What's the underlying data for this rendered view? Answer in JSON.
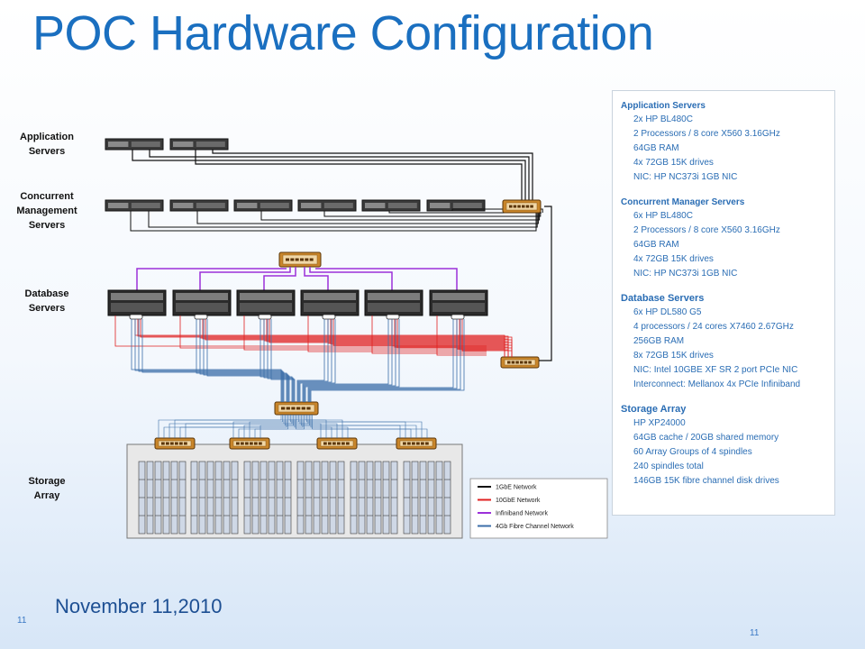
{
  "title": "POC Hardware Configuration",
  "date": "November 11,2010",
  "page_number_left": "11",
  "page_number_right": "11",
  "labels": {
    "app_servers": [
      "Application",
      "Servers"
    ],
    "cm_servers": [
      "Concurrent",
      "Management",
      "Servers"
    ],
    "db_servers": [
      "Database",
      "Servers"
    ],
    "storage": [
      "Storage",
      "Array"
    ]
  },
  "legend": [
    {
      "label": "1GbE Network",
      "color": "#111111"
    },
    {
      "label": "10GbE Network",
      "color": "#e02020"
    },
    {
      "label": "Infiniband  Network",
      "color": "#9b30d9"
    },
    {
      "label": "4Gb Fibre Channel  Network",
      "color": "#3b6ea8"
    }
  ],
  "specs": [
    {
      "heading": "Application Servers",
      "big": false,
      "lines": [
        "2x HP BL480C",
        "2 Processors  / 8 core X560 3.16GHz",
        "64GB RAM",
        "4x 72GB 15K drives",
        "NIC: HP NC373i 1GB NIC"
      ]
    },
    {
      "heading": "Concurrent Manager Servers",
      "big": false,
      "lines": [
        "6x HP BL480C",
        "2 Processors  / 8 core X560 3.16GHz",
        "64GB RAM",
        "4x 72GB 15K drives",
        "NIC: HP NC373i 1GB NIC"
      ]
    },
    {
      "heading": "Database  Servers",
      "big": true,
      "lines": [
        "6x HP DL580 G5",
        "4 processors / 24 cores X7460 2.67GHz",
        "256GB RAM",
        "8x 72GB 15K drives",
        "NIC: Intel 10GBE XF SR 2 port PCIe NIC",
        "Interconnect: Mellanox 4x PCIe Infiniband"
      ]
    },
    {
      "heading": "Storage Array",
      "big": true,
      "lines": [
        "HP XP24000",
        "64GB cache / 20GB shared memory",
        "60 Array Groups of 4 spindles",
        "240 spindles  total",
        "146GB 15K fibre channel disk drives"
      ]
    }
  ],
  "colors": {
    "title": "#1a6fc0",
    "spec_text": "#2a6db4",
    "net_1gbe": "#111111",
    "net_10gbe": "#e02020",
    "net_infiniband": "#9b30d9",
    "net_fibre": "#3b6ea8"
  }
}
